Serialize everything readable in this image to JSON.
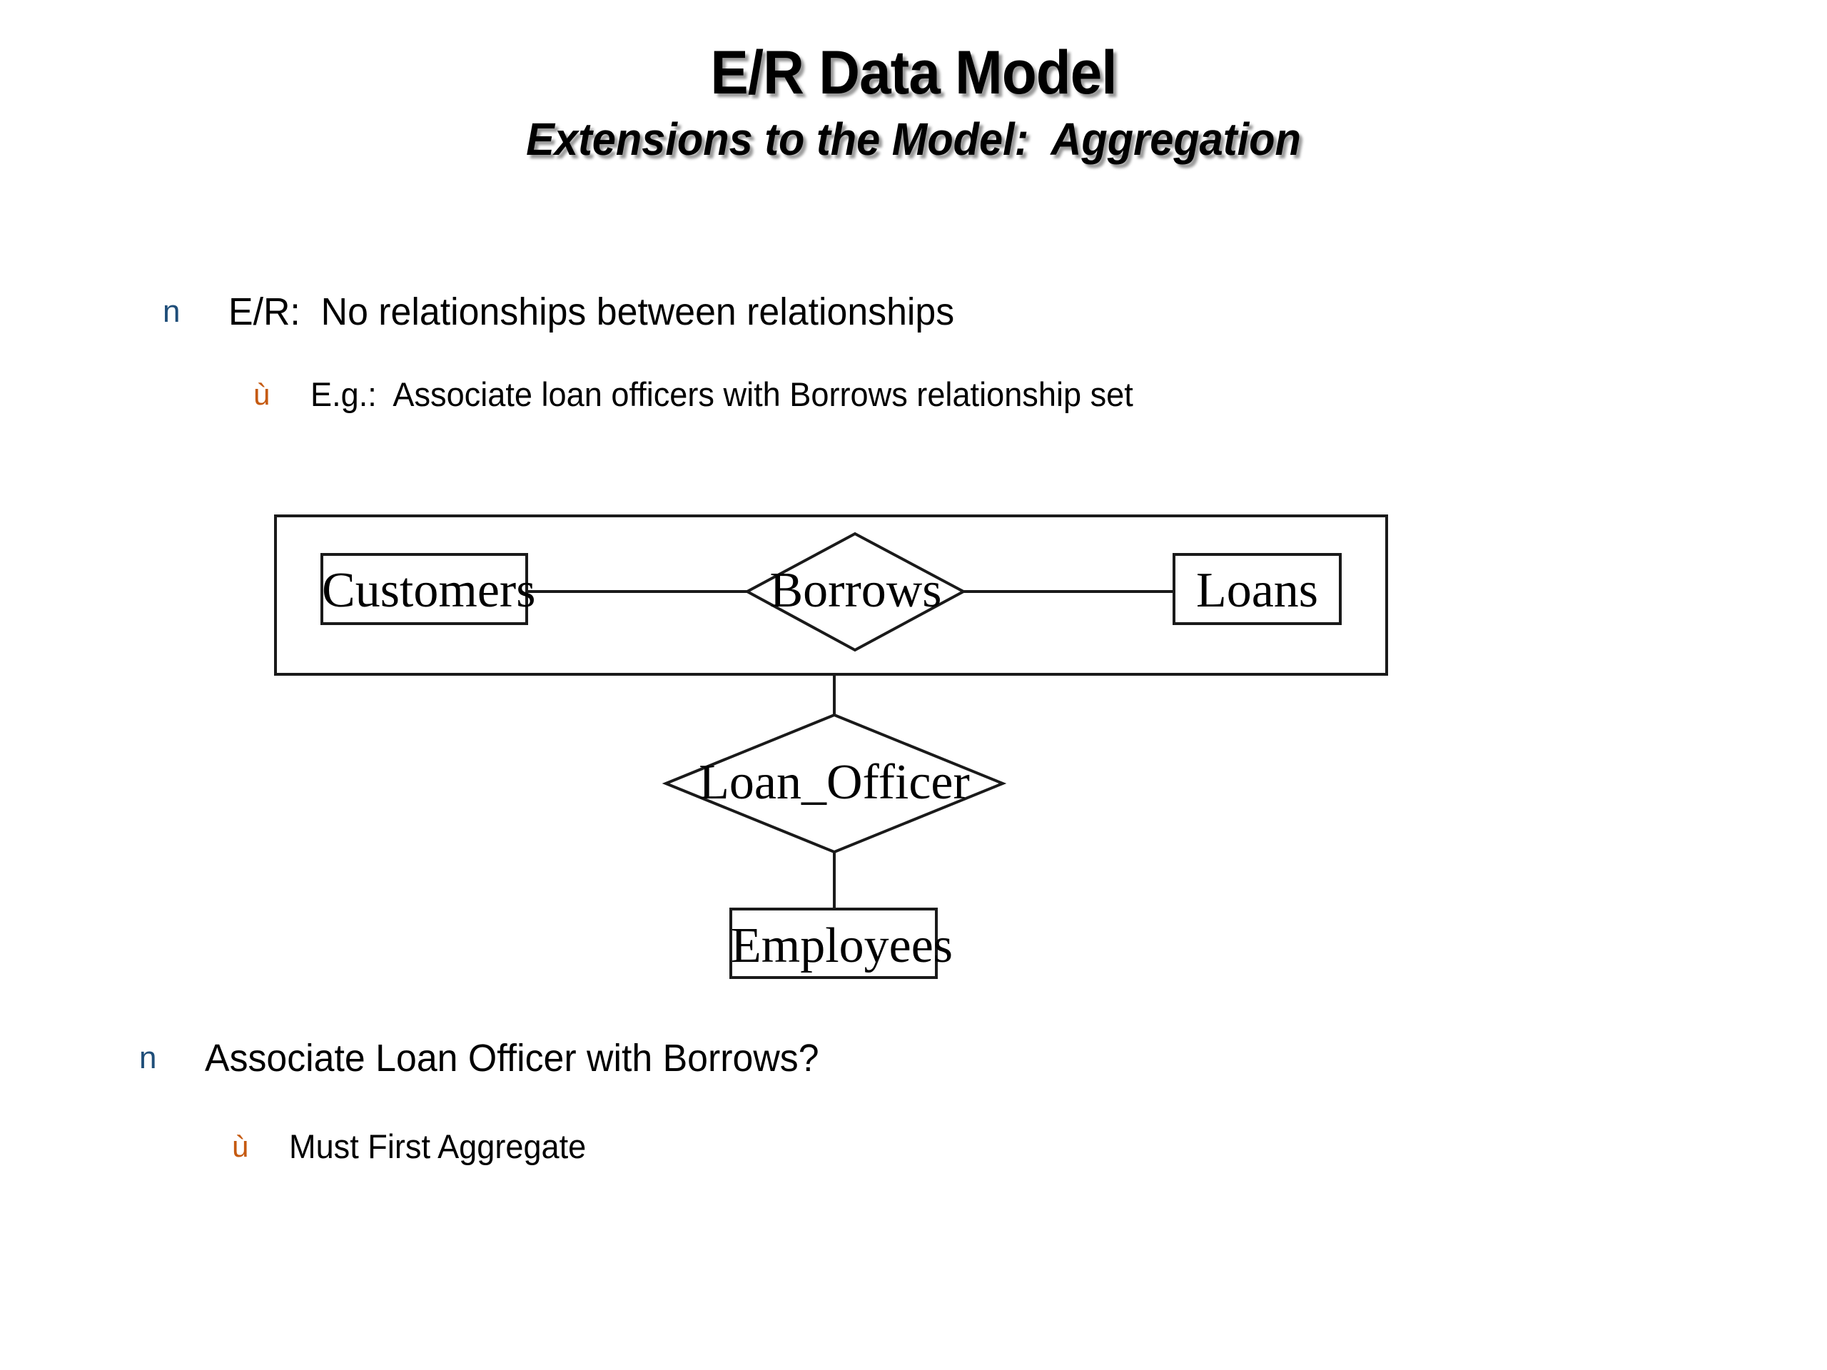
{
  "slide": {
    "title": "E/R Data Model",
    "subtitle": "Extensions to the Model:  Aggregation"
  },
  "colors": {
    "level1_marker": "#1F4E79",
    "level2_marker": "#C55A11",
    "text": "#000000",
    "diagram_stroke": "#1a1a1a",
    "background": "#FFFFFF"
  },
  "bullets": [
    {
      "marker": "n",
      "text": "E/R:  No relationships between relationships",
      "level": 1
    },
    {
      "marker": "ù",
      "text": "E.g.:  Associate loan officers with Borrows relationship set",
      "level": 2
    },
    {
      "marker": "n",
      "text": "Associate Loan Officer with Borrows?",
      "level": 1
    },
    {
      "marker": "ù",
      "text": "Must First Aggregate",
      "level": 2
    }
  ],
  "diagram": {
    "type": "entity-relationship",
    "aggregation_box_label": "",
    "entities": [
      {
        "id": "customers",
        "label": "Customers",
        "shape": "rectangle"
      },
      {
        "id": "loans",
        "label": "Loans",
        "shape": "rectangle"
      },
      {
        "id": "employees",
        "label": "Employees",
        "shape": "rectangle"
      }
    ],
    "relationships": [
      {
        "id": "borrows",
        "label": "Borrows",
        "shape": "diamond"
      },
      {
        "id": "loan_officer",
        "label": "Loan_Officer",
        "shape": "diamond"
      }
    ],
    "edges": [
      {
        "from": "customers",
        "to": "borrows"
      },
      {
        "from": "borrows",
        "to": "loans"
      },
      {
        "from": "aggregation-box",
        "to": "loan_officer"
      },
      {
        "from": "loan_officer",
        "to": "employees"
      }
    ]
  }
}
